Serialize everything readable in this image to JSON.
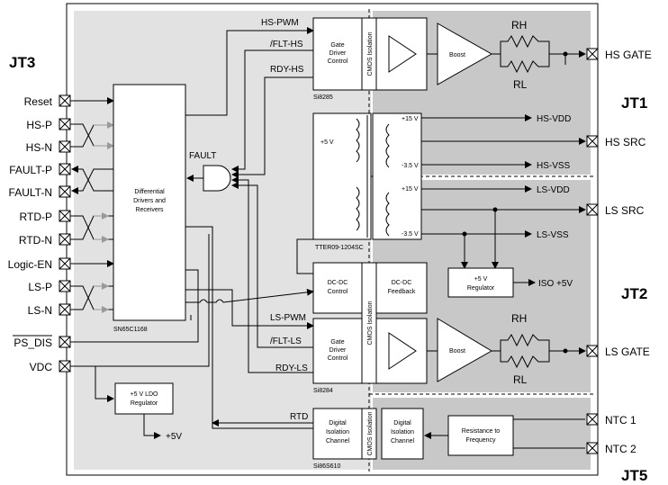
{
  "connectors": {
    "jt3": "JT3",
    "jt1": "JT1",
    "jt2": "JT2",
    "jt5": "JT5"
  },
  "left_pins": [
    "Reset",
    "HS-P",
    "HS-N",
    "FAULT-P",
    "FAULT-N",
    "RTD-P",
    "RTD-N",
    "Logic-EN",
    "LS-P",
    "LS-N",
    "PS_DIS",
    "VDC"
  ],
  "right_pins": {
    "hs_gate": "HS GATE",
    "hs_src": "HS SRC",
    "ls_src": "LS SRC",
    "ls_gate": "LS GATE",
    "ntc1": "NTC 1",
    "ntc2": "NTC 2"
  },
  "signals": {
    "hs_pwm": "HS-PWM",
    "flt_hs": "/FLT-HS",
    "rdy_hs": "RDY-HS",
    "ls_pwm": "LS-PWM",
    "flt_ls": "/FLT-LS",
    "rdy_ls": "RDY-LS",
    "rtd": "RTD",
    "hs_vdd": "HS-VDD",
    "hs_vss": "HS-VSS",
    "ls_vdd": "LS-VDD",
    "ls_vss": "LS-VSS",
    "iso_5v": "ISO +5V",
    "plus5v": "+5V",
    "fault": "FAULT"
  },
  "blocks": {
    "diff_drv": [
      "Differential",
      "Drivers and",
      "Receivers"
    ],
    "sn65": "SN65C1168",
    "gate_drv": [
      "Gate",
      "Driver",
      "Control"
    ],
    "cmos_iso": "CMOS Isolation",
    "si8285": "Si8285",
    "si8284": "Si8284",
    "boost": "Boost",
    "rh": "RH",
    "rl": "RL",
    "xfmr_in": "+5 V",
    "p15v": "+15 V",
    "m35v": "-3.5 V",
    "tter": "TTER09-1204SC",
    "dcdc_ctl": [
      "DC-DC",
      "Control"
    ],
    "dcdc_fb": [
      "DC-DC",
      "Feedback"
    ],
    "reg5": [
      "+5 V",
      "Regulator"
    ],
    "ldo": [
      "+5 V LDO",
      "Regulator"
    ],
    "dig_iso": [
      "Digital",
      "Isolation",
      "Channel"
    ],
    "si86": "Si86S610",
    "r2f": [
      "Resistance to",
      "Frequency"
    ]
  }
}
